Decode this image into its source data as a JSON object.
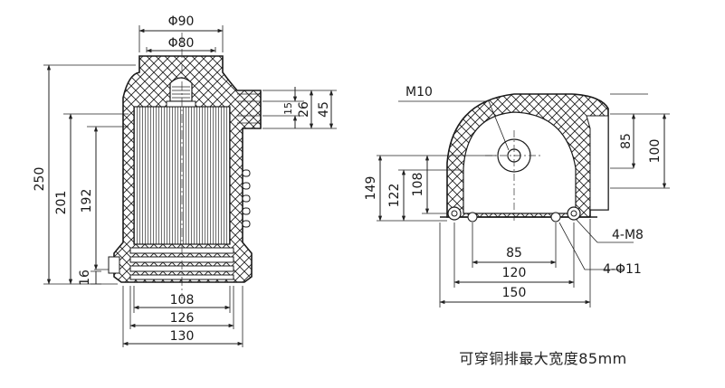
{
  "side_view": {
    "phi90": "Φ90",
    "phi80": "Φ80",
    "h250": "250",
    "h201": "201",
    "h192": "192",
    "h16": "16",
    "r15": "15",
    "r26": "26",
    "r45": "45",
    "w108": "108",
    "w126": "126",
    "w130": "130"
  },
  "top_view": {
    "m10": "M10",
    "h149": "149",
    "h122": "122",
    "h108": "108",
    "r85": "85",
    "r100": "100",
    "b85": "85",
    "b120": "120",
    "b150": "150",
    "m8": "4-M8",
    "phi11": "4-Φ11"
  },
  "caption": "可穿铜排最大宽度85mm"
}
